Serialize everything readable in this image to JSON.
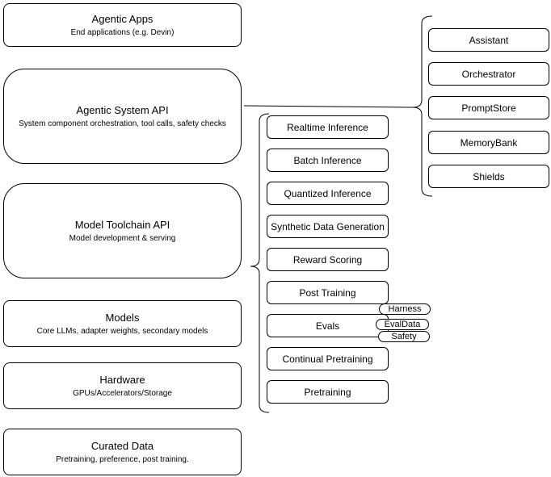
{
  "left_column": [
    {
      "title": "Agentic Apps",
      "subtitle": "End applications (e.g. Devin)"
    },
    {
      "title": "Agentic System API",
      "subtitle": "System component orchestration, tool calls, safety checks"
    },
    {
      "title": "Model Toolchain API",
      "subtitle": "Model development & serving"
    },
    {
      "title": "Models",
      "subtitle": "Core LLMs, adapter weights, secondary models"
    },
    {
      "title": "Hardware",
      "subtitle": "GPUs/Accelerators/Storage"
    },
    {
      "title": "Curated Data",
      "subtitle": "Pretraining, preference, post training."
    }
  ],
  "toolchain_items": [
    "Realtime Inference",
    "Batch Inference",
    "Quantized Inference",
    "Synthetic Data Generation",
    "Reward Scoring",
    "Post Training",
    "Evals",
    "Continual Pretraining",
    "Pretraining"
  ],
  "evals_tags": [
    "Harness",
    "EvalData",
    "Safety"
  ],
  "system_components": [
    "Assistant",
    "Orchestrator",
    "PromptStore",
    "MemoryBank",
    "Shields"
  ],
  "colors": {
    "stroke": "#000000",
    "background": "#ffffff",
    "box_fill": "#ffffff",
    "text": "#000000"
  }
}
